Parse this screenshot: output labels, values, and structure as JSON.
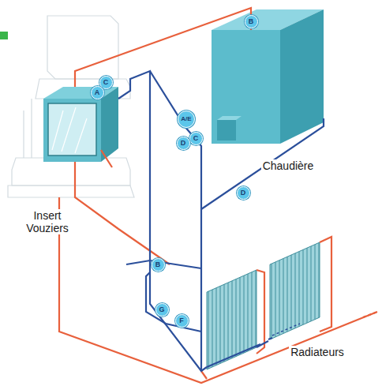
{
  "diagram": {
    "labels": [
      "B",
      "C",
      "A",
      "A/E",
      "C",
      "D",
      "Chaudière",
      "D",
      "Insert Vouziers",
      "B",
      "G",
      "F",
      "Radiateurs"
    ]
  }
}
